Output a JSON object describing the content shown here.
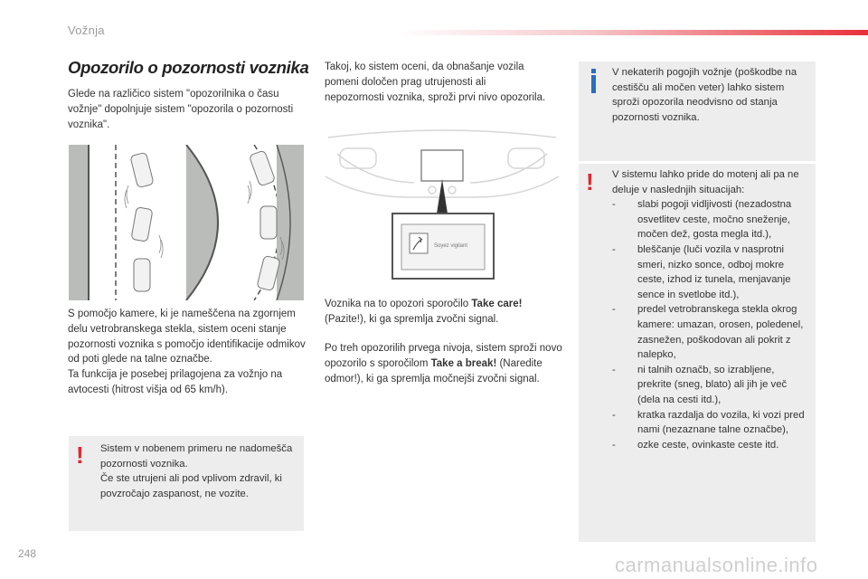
{
  "header": {
    "section": "Vožnja"
  },
  "page_number": "248",
  "watermark": "carmanualsonline.info",
  "title": "Opozorilo o pozornosti voznika",
  "intro": "Glede na različico sistem \"opozorilnika o času vožnje\" dopolnjuje sistem \"opozorila o pozornosti voznika\".",
  "camera_text": "S pomočjo kamere, ki je nameščena na zgornjem delu vetrobranskega stekla, sistem oceni stanje pozornosti voznika s pomočjo identifikacije odmikov od poti glede na talne označbe.\nTa funkcija je posebej prilagojena za vožnjo na avtocesti (hitrost višja od 65 km/h).",
  "warning_left": "Sistem v nobenem primeru ne nadomešča pozornosti voznika.\nČe ste utrujeni ali pod vplivom zdravil, ki povzročajo zaspanost, ne vozite.",
  "middle": {
    "p1": "Takoj, ko sistem oceni, da obnašanje vozila pomeni določen prag utrujenosti ali nepozornosti voznika, sproži prvi nivo opozorila.",
    "p2_before": "Voznika na to opozori sporočilo ",
    "p2_bold": "Take care!",
    "p2_after": " (Pazite!), ki ga spremlja zvočni signal.",
    "p3_before": "Po treh opozorilih prvega nivoja, sistem sproži novo opozorilo s sporočilom ",
    "p3_bold": "Take a break!",
    "p3_after": " (Naredite odmor!), ki ga spremlja močnejši zvočni signal."
  },
  "display_label": "Soyez vigilant",
  "info_box": "V nekaterih pogojih vožnje (poškodbe na cestišču ali močen veter) lahko sistem sproži opozorila neodvisno od stanja pozornosti voznika.",
  "warning_right": {
    "intro": "V sistemu lahko pride do motenj ali pa ne deluje v naslednjih situacijah:",
    "dash": "-",
    "items": [
      "slabi pogoji vidljivosti (nezadostna osvetlitev ceste, močno sneženje, močen dež, gosta megla itd.),",
      "bleščanje (luči vozila v nasprotni smeri, nizko sonce, odboj mokre ceste, izhod iz tunela, menjavanje sence in svetlobe itd.),",
      "predel vetrobranskega stekla okrog kamere: umazan, orosen, poledenel, zasnežen, poškodovan ali pokrit z nalepko,",
      "ni talnih označb, so izrabljene, prekrite (sneg, blato) ali jih je več (dela na cesti itd.),",
      "kratka razdalja do vozila, ki vozi pred nami (nezaznane talne označbe),",
      "ozke ceste, ovinkaste ceste itd."
    ]
  },
  "icons": {
    "warning": "!",
    "info": "info-icon"
  },
  "colors": {
    "accent_red": "#e2262f",
    "info_blue": "#2a6ebd",
    "box_grey": "#ededed",
    "road_grey": "#b9bcb9"
  }
}
